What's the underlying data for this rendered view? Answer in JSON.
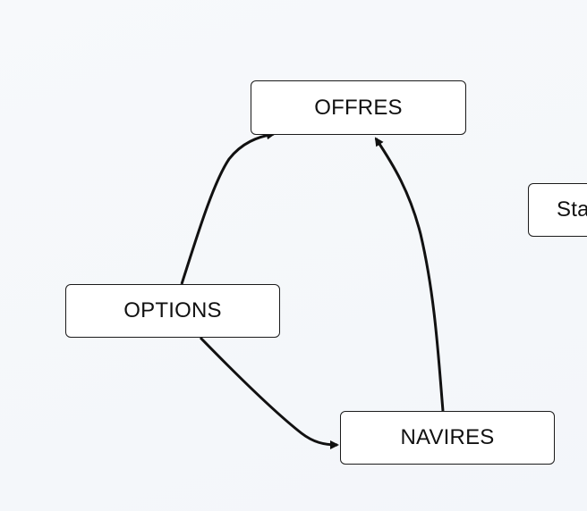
{
  "diagram": {
    "nodes": [
      {
        "id": "offres",
        "label": "OFFRES"
      },
      {
        "id": "options",
        "label": "OPTIONS"
      },
      {
        "id": "navires",
        "label": "NAVIRES"
      },
      {
        "id": "partial",
        "label": "Sta"
      }
    ],
    "edges": [
      {
        "from": "options",
        "to": "offres"
      },
      {
        "from": "navires",
        "to": "offres"
      },
      {
        "from": "options",
        "to": "navires"
      }
    ],
    "colors": {
      "background": "#f5f8fb",
      "node_fill": "#ffffff",
      "stroke": "#111111"
    }
  }
}
